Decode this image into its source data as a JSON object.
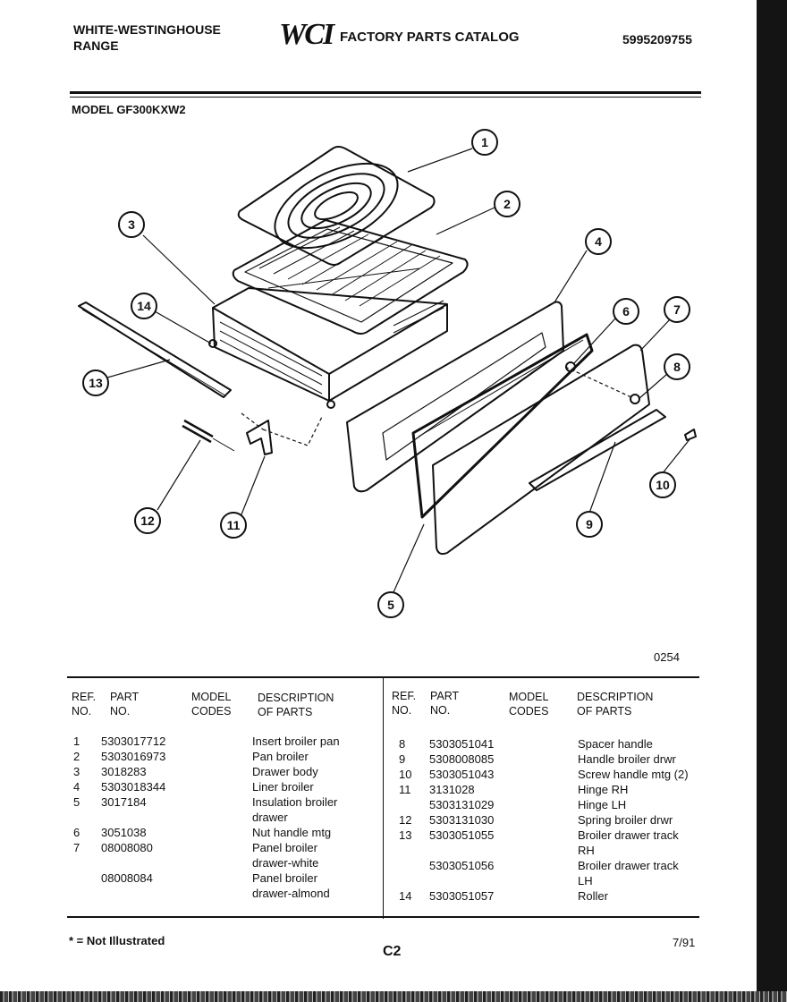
{
  "header": {
    "brand_line1": "WHITE-WESTINGHOUSE",
    "brand_line2": "RANGE",
    "logo_text": "WCI",
    "catalog_title": "FACTORY PARTS CATALOG",
    "catalog_number": "5995209755",
    "model": "MODEL GF300KXW2"
  },
  "diagram": {
    "drawing_number": "0254",
    "callouts": [
      "1",
      "2",
      "3",
      "4",
      "5",
      "6",
      "7",
      "8",
      "9",
      "10",
      "11",
      "12",
      "13",
      "14"
    ]
  },
  "table": {
    "headers": {
      "ref_line1": "REF.",
      "ref_line2": "NO.",
      "part_line1": "PART",
      "part_line2": "NO.",
      "model_line1": "MODEL",
      "model_line2": "CODES",
      "desc_line1": "DESCRIPTION",
      "desc_line2": "OF PARTS"
    },
    "left_rows": [
      {
        "ref": "1",
        "part": "5303017712",
        "desc": "Insert broiler pan"
      },
      {
        "ref": "2",
        "part": "5303016973",
        "desc": "Pan broiler"
      },
      {
        "ref": "3",
        "part": "3018283",
        "desc": "Drawer body"
      },
      {
        "ref": "4",
        "part": "5303018344",
        "desc": "Liner broiler"
      },
      {
        "ref": "5",
        "part": "3017184",
        "desc": "Insulation broiler"
      },
      {
        "ref": "",
        "part": "",
        "desc": "drawer"
      },
      {
        "ref": "6",
        "part": "3051038",
        "desc": "Nut handle mtg"
      },
      {
        "ref": "7",
        "part": "08008080",
        "desc": "Panel broiler"
      },
      {
        "ref": "",
        "part": "",
        "desc": "drawer-white"
      },
      {
        "ref": "",
        "part": "08008084",
        "desc": "Panel broiler"
      },
      {
        "ref": "",
        "part": "",
        "desc": "drawer-almond"
      }
    ],
    "right_rows": [
      {
        "ref": "8",
        "part": "5303051041",
        "desc": "Spacer handle"
      },
      {
        "ref": "9",
        "part": "5308008085",
        "desc": "Handle broiler drwr"
      },
      {
        "ref": "10",
        "part": "5303051043",
        "desc": "Screw handle mtg (2)"
      },
      {
        "ref": "11",
        "part": "3131028",
        "desc": "Hinge RH"
      },
      {
        "ref": "",
        "part": "5303131029",
        "desc": "Hinge LH"
      },
      {
        "ref": "12",
        "part": "5303131030",
        "desc": "Spring broiler drwr"
      },
      {
        "ref": "13",
        "part": "5303051055",
        "desc": "Broiler drawer track"
      },
      {
        "ref": "",
        "part": "",
        "desc": "RH"
      },
      {
        "ref": "",
        "part": "5303051056",
        "desc": "Broiler drawer track"
      },
      {
        "ref": "",
        "part": "",
        "desc": "LH"
      },
      {
        "ref": "14",
        "part": "5303051057",
        "desc": "Roller"
      }
    ]
  },
  "footer": {
    "note": "* = Not Illustrated",
    "page": "C2",
    "date": "7/91"
  }
}
